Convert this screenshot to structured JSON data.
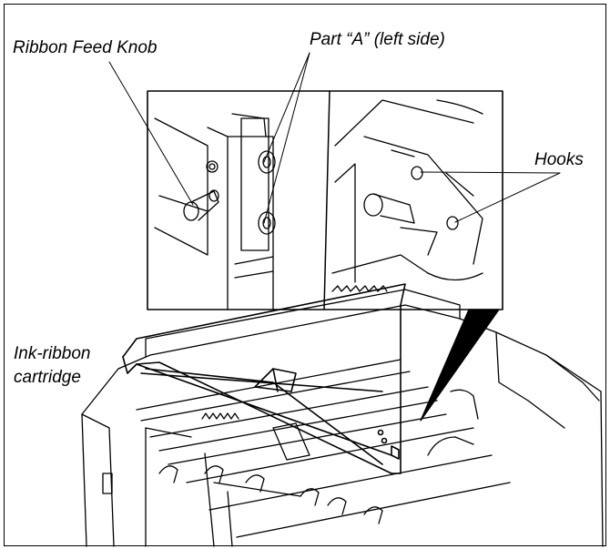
{
  "labels": {
    "ribbon_feed_knob": "Ribbon Feed Knob",
    "part_a": "Part “A” (left side)",
    "hooks": "Hooks",
    "cartridge_line1": "Ink-ribbon",
    "cartridge_line2": "cartridge"
  },
  "colors": {
    "line": "#000000",
    "background": "#ffffff"
  }
}
